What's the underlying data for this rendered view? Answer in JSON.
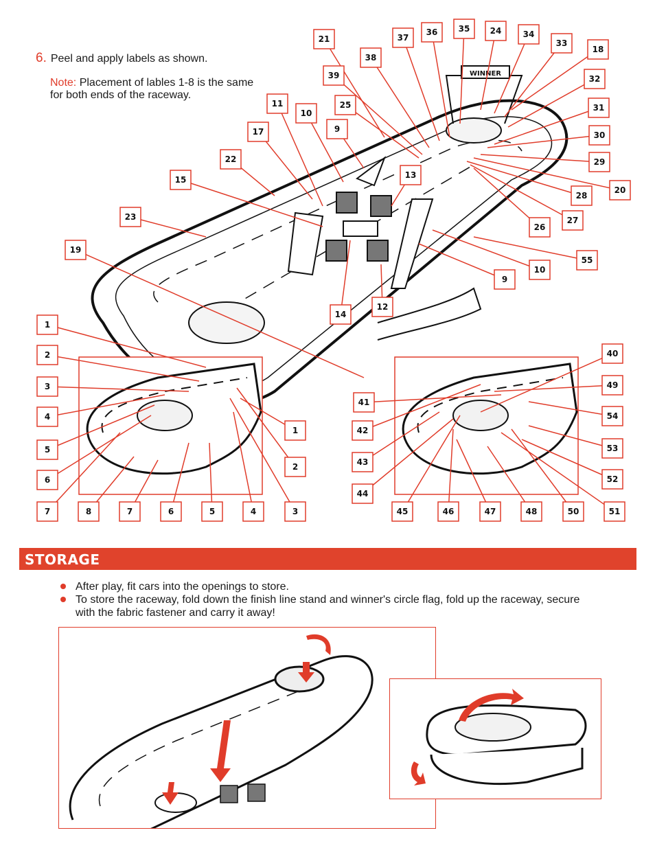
{
  "step": {
    "number": "6.",
    "text": "Peel and apply labels as shown."
  },
  "note": {
    "label": "Note:",
    "text": "Placement of lables 1-8 is the same for both ends of the raceway."
  },
  "storage": {
    "title": "STORAGE",
    "bullets": [
      "After play, fit cars into the openings to store.",
      "To store the raceway, fold down the finish line stand and winner's circle flag, fold up the raceway, secure with the fabric fastener and carry it away!"
    ]
  },
  "main_labels": [
    "21",
    "37",
    "36",
    "35",
    "24",
    "34",
    "33",
    "18",
    "38",
    "39",
    "32",
    "25",
    "31",
    "11",
    "10",
    "9",
    "17",
    "30",
    "22",
    "29",
    "20",
    "13",
    "15",
    "28",
    "27",
    "23",
    "26",
    "55",
    "19",
    "10",
    "9",
    "14",
    "12",
    "1",
    "2",
    "3",
    "4",
    "5",
    "6",
    "7",
    "8",
    "7",
    "6",
    "5",
    "4",
    "3",
    "1",
    "2",
    "40",
    "49",
    "54",
    "53",
    "52",
    "51",
    "50",
    "48",
    "47",
    "46",
    "45",
    "44",
    "43",
    "42",
    "41"
  ],
  "sign_text": "WINNER",
  "colors": {
    "accent": "#e03c2a",
    "bar": "#e0432c"
  }
}
